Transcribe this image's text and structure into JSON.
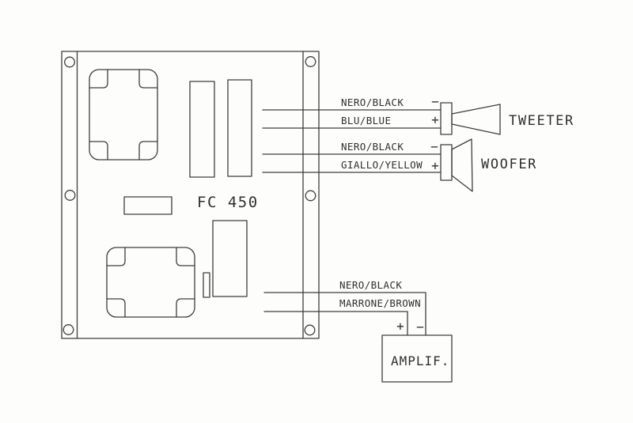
{
  "board": {
    "label": "FC 450"
  },
  "wires": {
    "tweeter_negative": "NERO/BLACK",
    "tweeter_positive": "BLU/BLUE",
    "woofer_negative": "NERO/BLACK",
    "woofer_positive": "GIALLO/YELLOW",
    "amplifier_negative": "NERO/BLACK",
    "amplifier_positive": "MARRONE/BROWN"
  },
  "devices": {
    "tweeter": "TWEETER",
    "woofer": "WOOFER",
    "amplifier": "AMPLIF."
  },
  "polarity": {
    "plus": "+",
    "minus": "−"
  },
  "icons": {
    "tweeter": "horn-speaker-icon",
    "woofer": "cone-speaker-icon",
    "board": [
      "inductor-coil-icon",
      "capacitor-icon",
      "mounting-hole-icon"
    ]
  },
  "colors": {
    "line": "#3e3e3e",
    "text": "#2f2f2f",
    "background": "#fdfdfc"
  }
}
